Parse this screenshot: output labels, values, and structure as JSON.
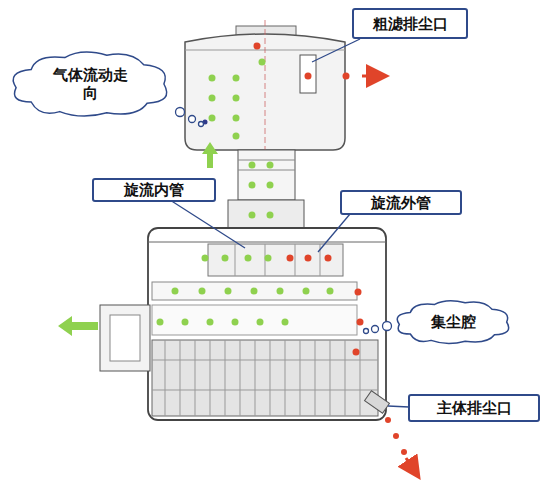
{
  "diagram": {
    "nodes": [
      {
        "text": [
          "粗滤排尘口"
        ]
      },
      {
        "text": [
          "气体流动走 向"
        ]
      },
      {
        "text": [
          "旋流内管"
        ]
      },
      {
        "text": [
          "旋流外管"
        ]
      },
      {
        "text": [
          "集尘腔"
        ]
      },
      {
        "text": [
          "主体排尘口"
        ]
      }
    ]
  }
}
